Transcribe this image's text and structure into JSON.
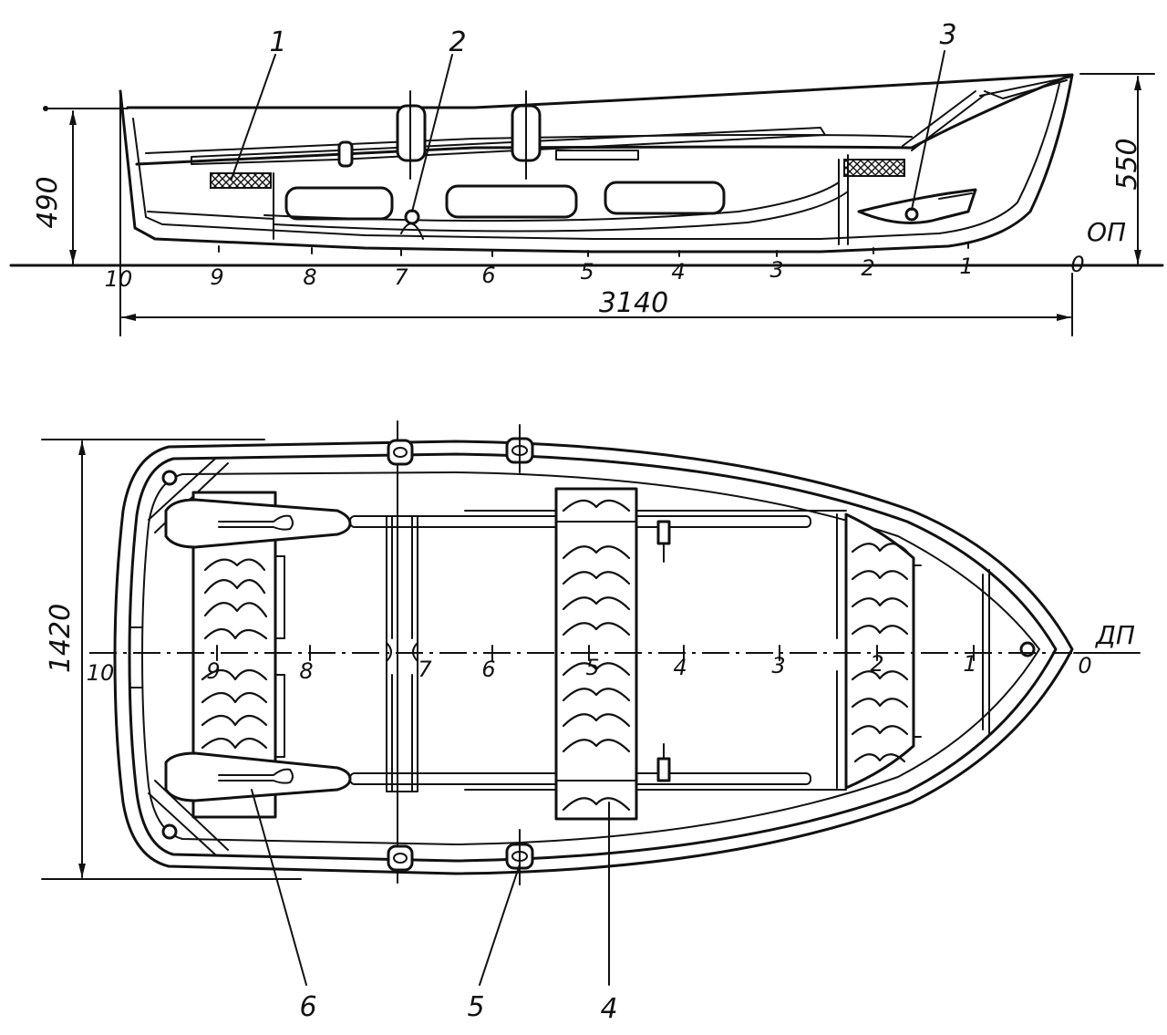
{
  "side_view": {
    "dim_length": "3140",
    "dim_height_stern": "490",
    "dim_height_bow": "550",
    "baseline_label": "ОП",
    "station_numbers": [
      "10",
      "9",
      "8",
      "7",
      "6",
      "5",
      "4",
      "3",
      "2",
      "1",
      "0"
    ],
    "callouts": [
      "1",
      "2",
      "3"
    ]
  },
  "plan_view": {
    "dim_beam": "1420",
    "centerline_label": "ДП",
    "station_numbers": [
      "10",
      "9",
      "8",
      "7",
      "6",
      "5",
      "4",
      "3",
      "2",
      "1",
      "0"
    ],
    "callouts": [
      "4",
      "5",
      "6"
    ]
  }
}
